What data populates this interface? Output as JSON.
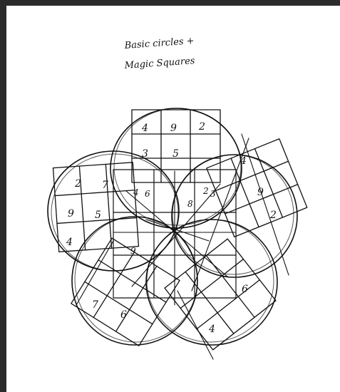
{
  "caption": {
    "line1": "Basic circles +",
    "line2": "Magic Squares"
  },
  "squares": [
    {
      "name": "square-top",
      "cells": [
        "4",
        "9",
        "2",
        "3",
        "5",
        "",
        "",
        "",
        ""
      ]
    },
    {
      "name": "square-right",
      "cells": [
        "4",
        "9",
        "2",
        "",
        "",
        "",
        "",
        "",
        ""
      ]
    },
    {
      "name": "square-left",
      "cells": [
        "2",
        "7",
        "",
        "9",
        "5",
        "",
        "4",
        "",
        ""
      ]
    },
    {
      "name": "square-bottom-left",
      "cells": [
        "7",
        "6",
        "",
        "",
        "",
        "",
        "",
        "",
        ""
      ]
    },
    {
      "name": "square-bottom-right",
      "cells": [
        "4",
        "6",
        "",
        "",
        "",
        "",
        "",
        "",
        ""
      ]
    },
    {
      "name": "square-center",
      "cells": [
        "4",
        "6",
        "",
        "2",
        "3",
        "",
        "8",
        "",
        "9"
      ]
    }
  ],
  "colors": {
    "ink": "#111111",
    "paper": "#ffffff",
    "frame": "#2b2b2b"
  }
}
